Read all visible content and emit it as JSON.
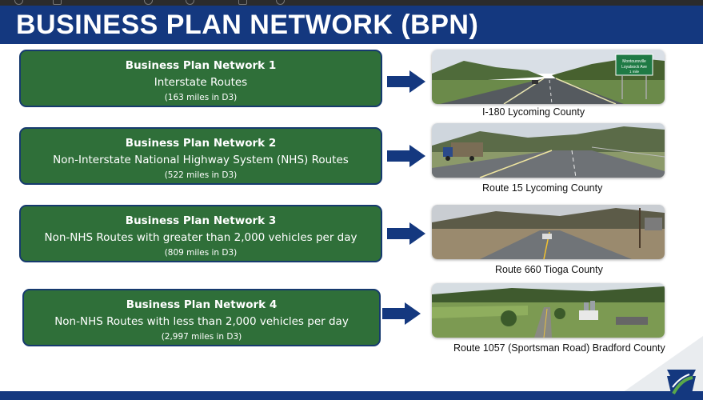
{
  "title": "BUSINESS PLAN NETWORK (BPN)",
  "networks": [
    {
      "heading": "Business Plan Network 1",
      "description": "Interstate Routes",
      "miles": "(163 miles in D3)",
      "caption": "I-180 Lycoming County",
      "sign_text": "Montoursville / Loyalsock Ave / 1 mile"
    },
    {
      "heading": "Business Plan Network 2",
      "description": "Non-Interstate National Highway System (NHS) Routes",
      "miles": "(522 miles in D3)",
      "caption": "Route 15 Lycoming County"
    },
    {
      "heading": "Business Plan Network 3",
      "description": "Non-NHS Routes with greater than 2,000 vehicles per day",
      "miles": "(809 miles in D3)",
      "caption": "Route 660 Tioga County"
    },
    {
      "heading": "Business Plan Network 4",
      "description": "Non-NHS Routes with less than 2,000 vehicles per day",
      "miles": "(2,997 miles in D3)",
      "caption": "Route 1057 (Sportsman Road) Bradford County"
    }
  ],
  "colors": {
    "header_blue": "#14387f",
    "box_green": "#2f6f39",
    "box_border": "#163a6e",
    "arrow_blue": "#14387f"
  },
  "icons": [
    "right-arrow-icon",
    "keystone-logo-icon"
  ]
}
